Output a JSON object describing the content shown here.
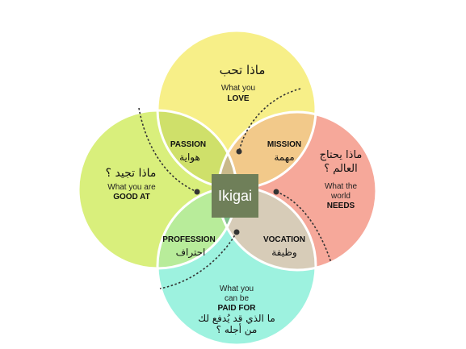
{
  "colors": {
    "love": "#f7ef88",
    "good_at": "#d9ef7c",
    "needs": "#f6a89a",
    "paid_for": "#9df2df",
    "passion": "#cfe06a",
    "mission": "#f2c98a",
    "profession": "#b8ec9a",
    "vocation": "#d7ccb8",
    "center_top": "#c9b98a",
    "center_left": "#9fd27a",
    "center_right": "#c6a27e",
    "center_bottom": "#7fbf8c",
    "ikigai_box": "#6f7f59",
    "stroke": "#ffffff",
    "dashed_line": "#333333"
  },
  "diagram": {
    "center_label": "Ikigai",
    "love": {
      "arabic": "ماذا تحب",
      "line1": "What you",
      "line2": "LOVE"
    },
    "good_at": {
      "arabic": "ماذا تجيد ؟",
      "line1": "What you are",
      "line2": "GOOD AT"
    },
    "needs": {
      "arabic_line1": "ماذا يحتاج",
      "arabic_line2": "العالم ؟",
      "line1": "What the",
      "line2": "world",
      "line3": "NEEDS"
    },
    "paid_for": {
      "line1": "What you",
      "line2": "can be",
      "line3": "PAID FOR",
      "arabic_line1": "ما الذي قد يُدفع لك",
      "arabic_line2": "من أجله ؟"
    },
    "passion": {
      "label": "PASSION",
      "arabic": "هواية"
    },
    "mission": {
      "label": "MISSION",
      "arabic": "مهمة"
    },
    "profession": {
      "label": "PROFESSION",
      "arabic": "احتراف"
    },
    "vocation": {
      "label": "VOCATION",
      "arabic": "وظيفة"
    }
  }
}
